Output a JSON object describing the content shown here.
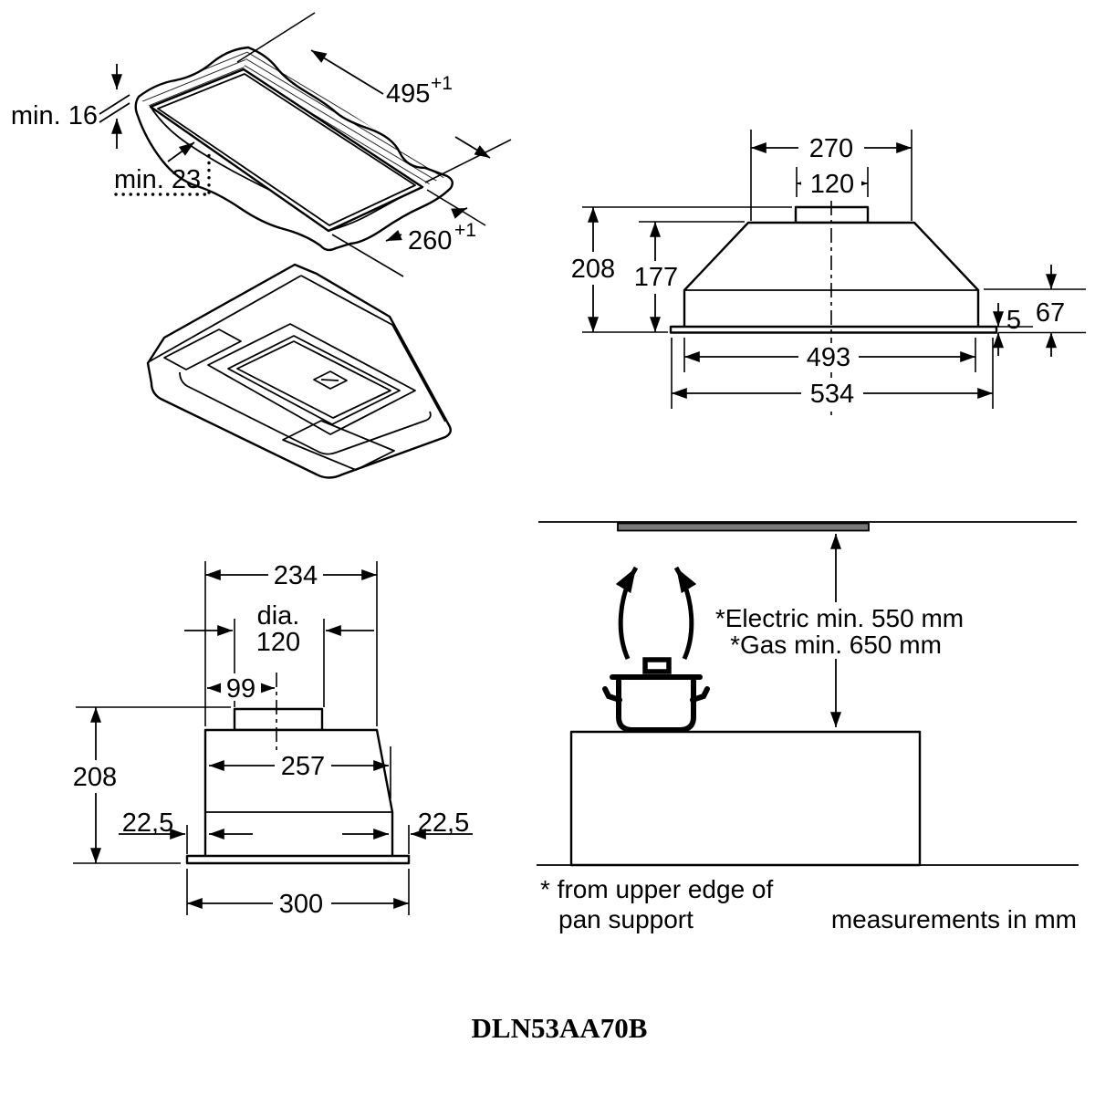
{
  "drawing": {
    "model_number": "DLN53AA70B",
    "units_note": "measurements in mm",
    "footnote_line1": "* from upper edge of",
    "footnote_line2": "pan support"
  },
  "cutout_view": {
    "min_thickness": "min. 16",
    "min_depth": "min. 23",
    "length": "495",
    "length_tol": "+1",
    "width": "260",
    "width_tol": "+1"
  },
  "front_view": {
    "top_width": "270",
    "duct_width": "120",
    "total_height": "208",
    "hood_height": "177",
    "flange_thickness": "5",
    "lower_height": "67",
    "body_width": "493",
    "flange_width": "534"
  },
  "side_view": {
    "top_width": "234",
    "duct_dia_label": "dia.",
    "duct_dia_value": "120",
    "duct_offset": "99",
    "total_height": "208",
    "mid_width": "257",
    "left_overhang": "22,5",
    "right_overhang": "22,5",
    "flange_width": "300"
  },
  "installation_view": {
    "electric_clearance": "*Electric min. 550 mm",
    "gas_clearance": "*Gas min. 650 mm",
    "hood_bar_color": "#7a7a7a"
  }
}
